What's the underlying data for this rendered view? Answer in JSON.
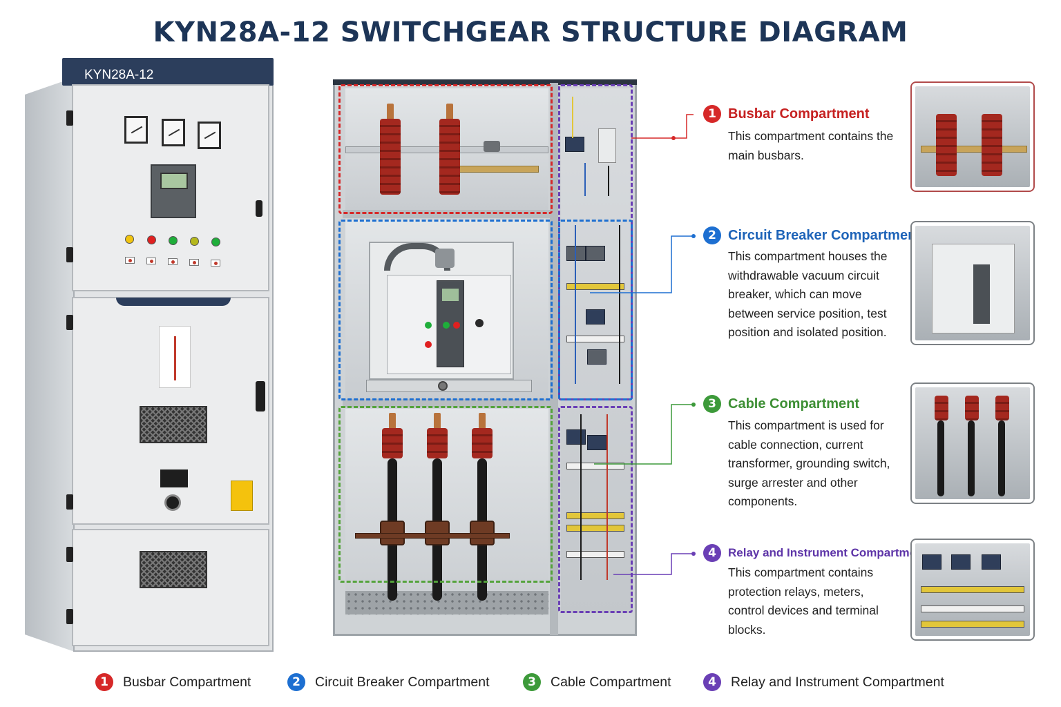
{
  "title": "KYN28A-12 SWITCHGEAR STRUCTURE DIAGRAM",
  "cabinet": {
    "model_label": "KYN28A-12"
  },
  "colors": {
    "busbar": "#d62828",
    "circuit_breaker": "#1d6fd1",
    "cable": "#3d9a3a",
    "relay": "#6a3fb5",
    "title": "#1d3557"
  },
  "compartments": [
    {
      "number": "1",
      "title": "Busbar Compartment",
      "description": "This compartment contains the main busbars."
    },
    {
      "number": "2",
      "title": "Circuit Breaker Compartment",
      "description": "This compartment houses the withdrawable vacuum circuit breaker, which can move between service position, test position and isolated position."
    },
    {
      "number": "3",
      "title": "Cable Compartment",
      "description": "This compartment is used for cable connection, current transformer, grounding switch, surge arrester and other components."
    },
    {
      "number": "4",
      "title": "Relay and Instrument Compartment",
      "description": "This compartment contains protection relays, meters, control devices and terminal blocks."
    }
  ],
  "legend": [
    {
      "number": "1",
      "label": "Busbar Compartment"
    },
    {
      "number": "2",
      "label": "Circuit Breaker Compartment"
    },
    {
      "number": "3",
      "label": "Cable Compartment"
    },
    {
      "number": "4",
      "label": "Relay and Instrument Compartment"
    }
  ]
}
